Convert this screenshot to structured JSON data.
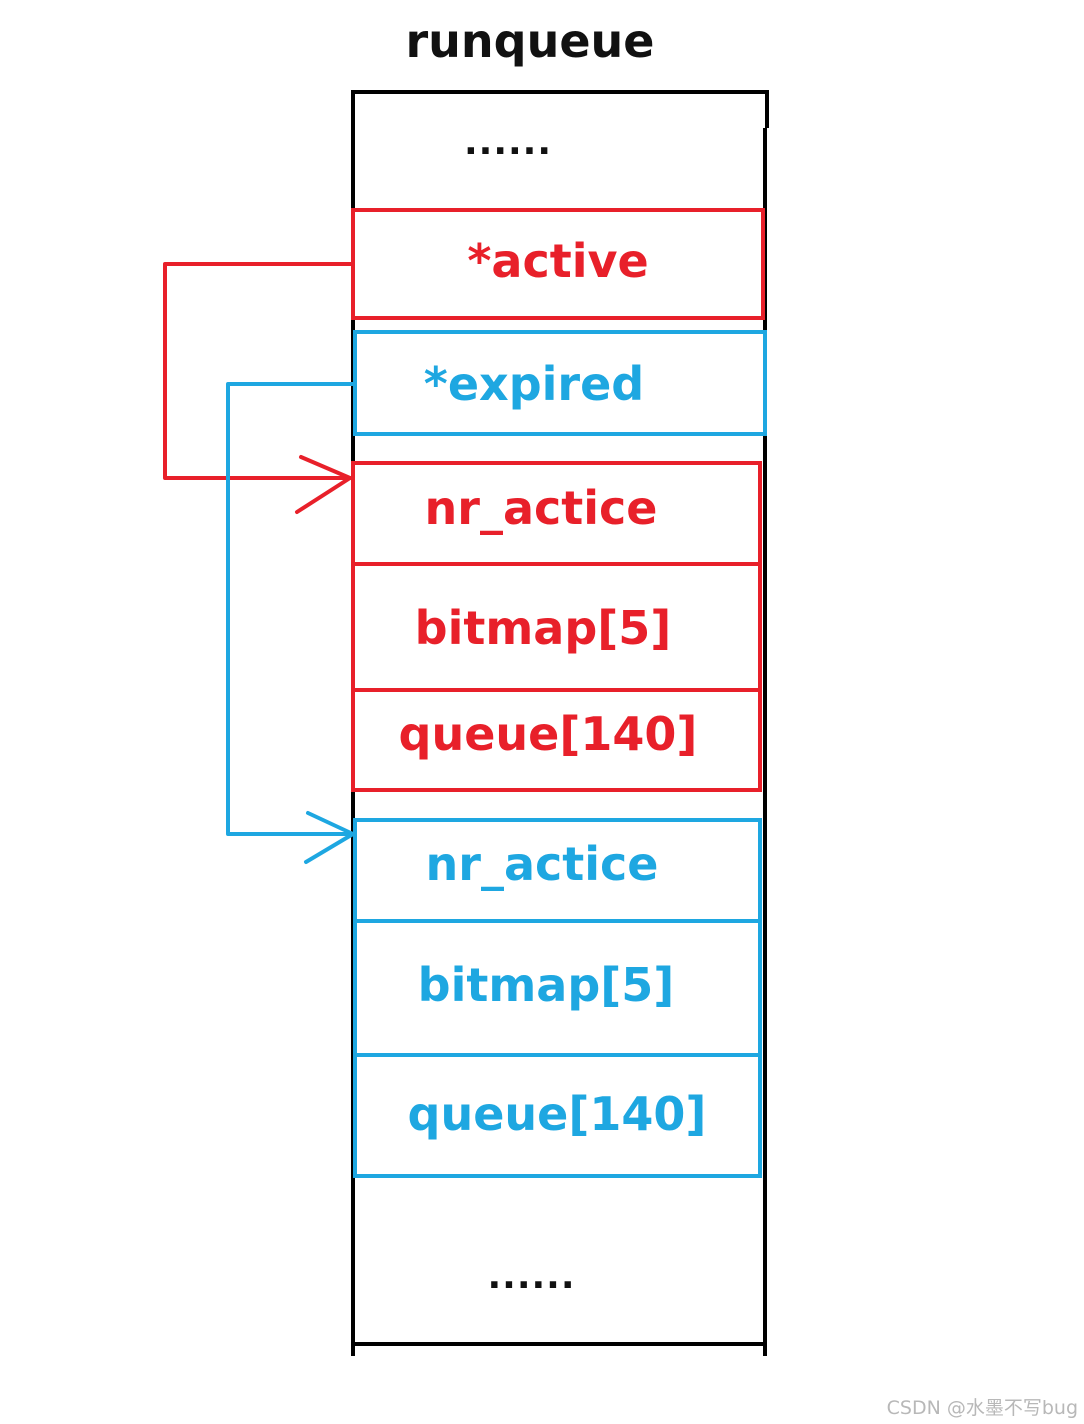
{
  "title": "runqueue",
  "top_ellipsis": "......",
  "bottom_ellipsis": "......",
  "active_ptr": "*active",
  "expired_ptr": "*expired",
  "active_array": {
    "nr": "nr_actice",
    "bitmap": "bitmap[5]",
    "queue": "queue[140]"
  },
  "expired_array": {
    "nr": "nr_actice",
    "bitmap": "bitmap[5]",
    "queue": "queue[140]"
  },
  "colors": {
    "outline": "#000000",
    "active": "#e8202a",
    "expired": "#1ea7e1"
  },
  "watermark": "CSDN @水墨不写bug"
}
